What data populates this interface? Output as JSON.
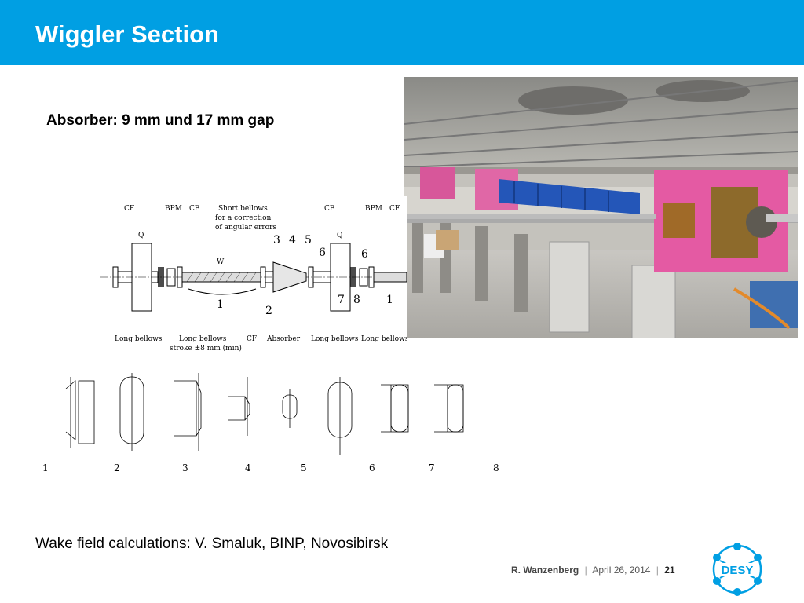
{
  "slide": {
    "title": "Wiggler Section",
    "subtitle": "Absorber: 9 mm und 17 mm gap",
    "credit": "Wake field calculations:  V. Smaluk, BINP, Novosibirsk"
  },
  "diagram": {
    "top_labels": [
      "CF",
      "BPM",
      "CF",
      "Short bellows",
      "for a correction",
      "of angular errors",
      "CF",
      "BPM",
      "CF"
    ],
    "part_labels": [
      "Q",
      "W",
      "Q",
      "1",
      "2",
      "3",
      "4",
      "5",
      "6",
      "7",
      "8",
      "6",
      "1"
    ],
    "bottom_labels": [
      "Long bellows",
      "Long bellows",
      "stroke ±8 mm (min)",
      "CF",
      "Absorber",
      "Long bellows",
      "Long bellows"
    ]
  },
  "profiles": {
    "numbers": [
      "1",
      "2",
      "3",
      "4",
      "5",
      "6",
      "7",
      "8"
    ]
  },
  "footer": {
    "author": "R.  Wanzenberg",
    "date": "April  26,  2014",
    "page": "21",
    "sep": "|"
  },
  "logo": {
    "text": "DESY",
    "color": "#009fe3"
  },
  "colors": {
    "header": "#009fe3"
  }
}
